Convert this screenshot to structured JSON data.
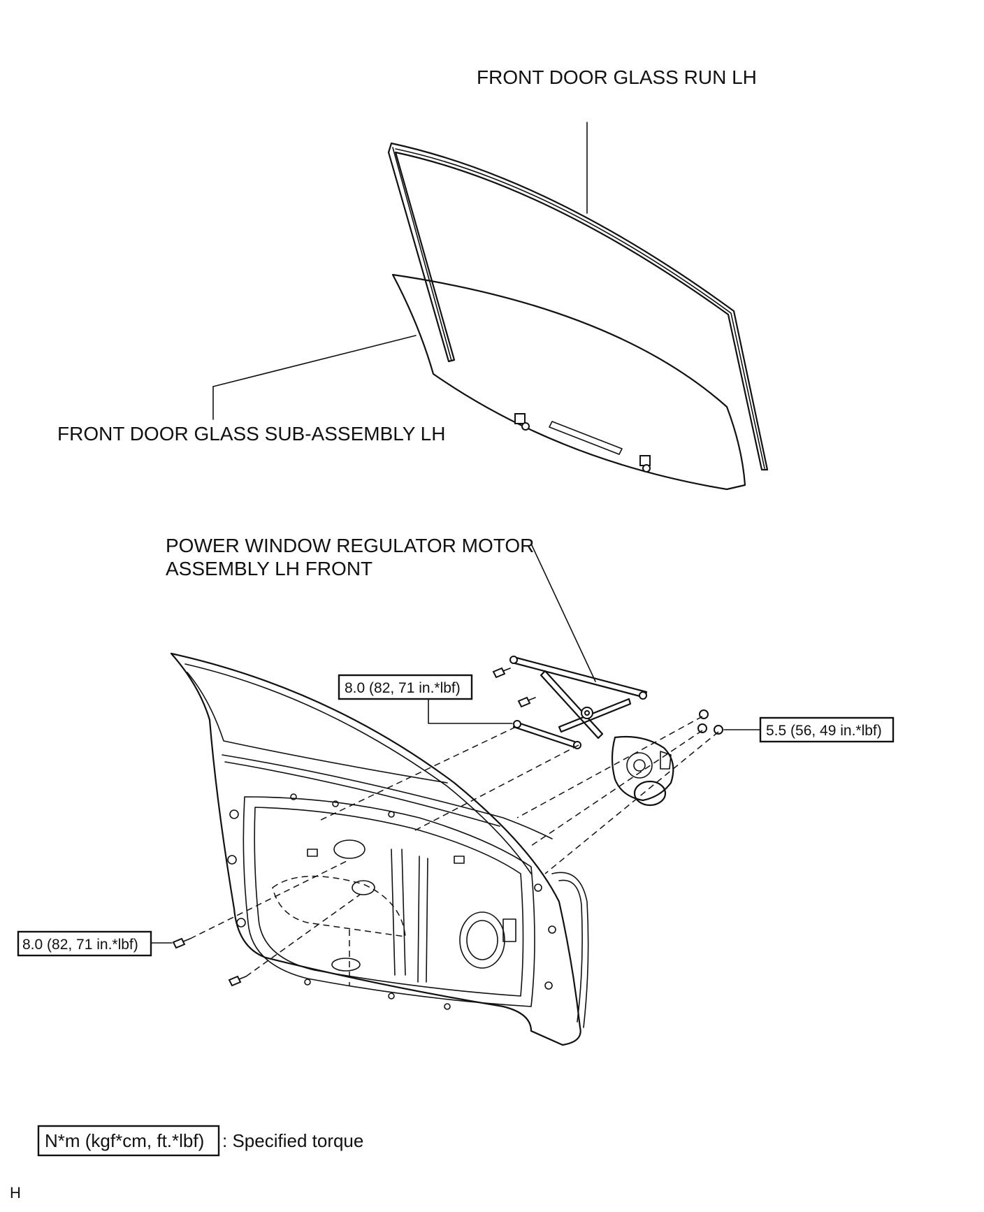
{
  "labels": {
    "glass_run": "FRONT DOOR GLASS RUN LH",
    "glass": "FRONT DOOR GLASS SUB-ASSEMBLY LH",
    "regulator_line1": "POWER WINDOW REGULATOR MOTOR",
    "regulator_line2": "ASSEMBLY LH FRONT"
  },
  "torques": {
    "regulator_bolts": "8.0 (82, 71 in.*lbf)",
    "motor_bolts": "5.5 (56, 49 in.*lbf)",
    "door_bolts": "8.0 (82, 71 in.*lbf)"
  },
  "legend": {
    "unit": "N*m (kgf*cm, ft.*lbf)",
    "meaning": ": Specified torque"
  },
  "corner_mark": "H"
}
